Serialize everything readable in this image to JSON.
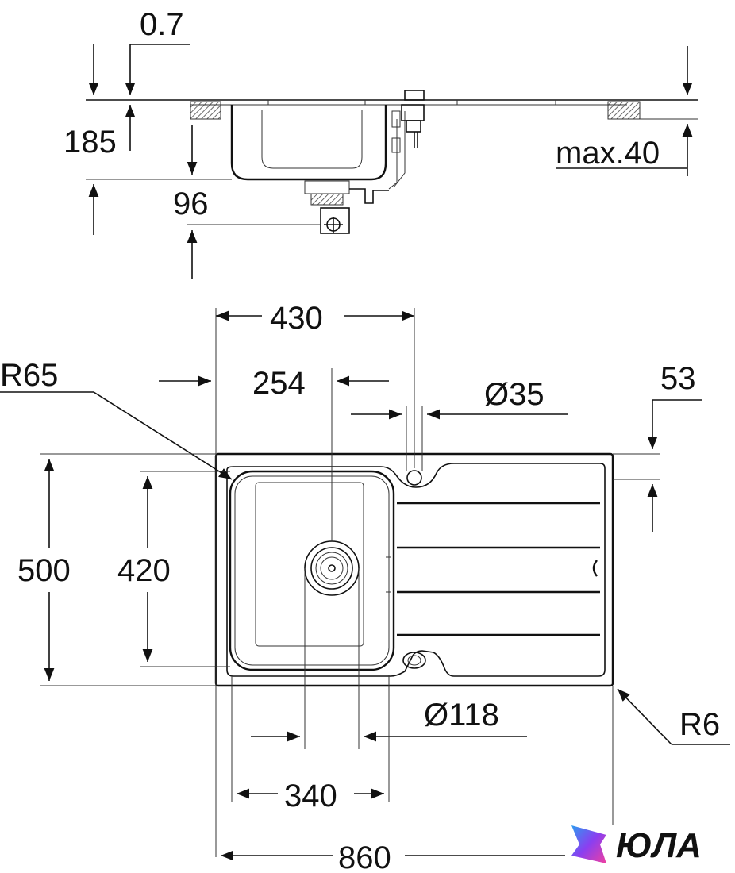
{
  "dimensions": {
    "gap": "0.7",
    "depth_total": "185",
    "max_counter": "max.40",
    "drain_depth": "96",
    "offset_430": "430",
    "radius_corner_bowl": "R65",
    "offset_254": "254",
    "tap_hole": "Ø35",
    "edge_53": "53",
    "width_500": "500",
    "bowl_420": "420",
    "drain_118": "Ø118",
    "radius_outer": "R6",
    "bowl_340": "340",
    "length_860": "860"
  },
  "brand": {
    "name": "ЮЛА",
    "colors": [
      "#2d9bf0",
      "#8a3ff0",
      "#f03fa0"
    ]
  }
}
